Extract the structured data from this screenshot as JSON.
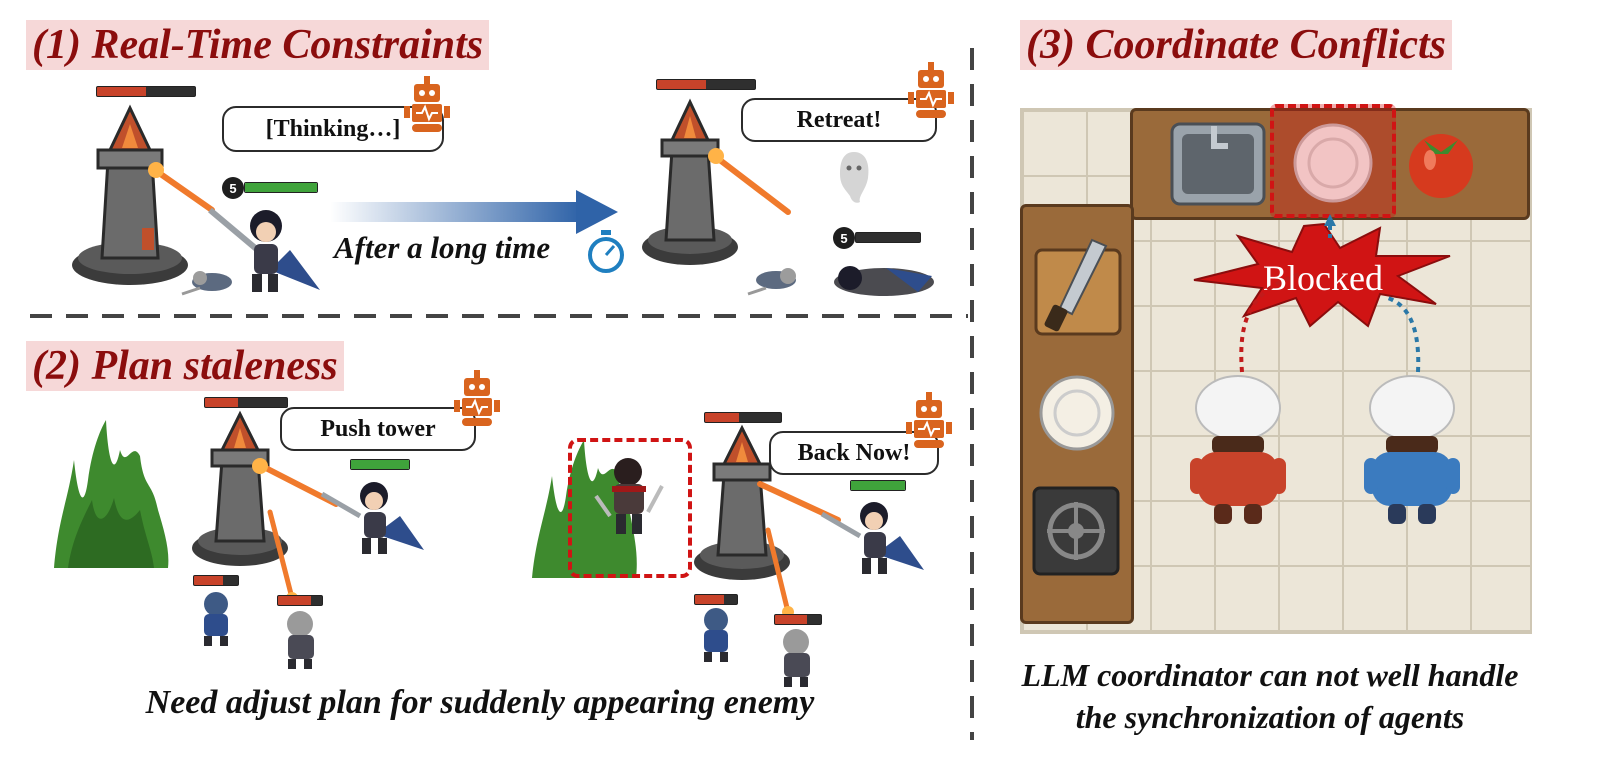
{
  "sections": {
    "realtime": {
      "title": "(1) Real-Time Constraints"
    },
    "staleness": {
      "title": "(2) Plan staleness"
    },
    "conflicts": {
      "title": "(3) Coordinate Conflicts"
    }
  },
  "realtime": {
    "bubble_before": "[Thinking…]",
    "bubble_after": "Retreat!",
    "arrow_label": "After a long time",
    "hero_level_before": "5",
    "hero_level_after": "5"
  },
  "staleness": {
    "bubble_before": "Push tower",
    "bubble_after": "Back Now!",
    "caption": "Need adjust plan for suddenly appearing enemy"
  },
  "conflicts": {
    "blocked_label": "Blocked",
    "caption_line1": "LLM coordinator can not well handle",
    "caption_line2": "the synchronization of agents"
  },
  "colors": {
    "title_text": "#8b0d0d",
    "title_bg": "#f6d8d8",
    "blocked_red": "#d01414",
    "dashed_highlight": "#d01414",
    "health_green": "#3fa33b",
    "health_red": "#c8432a",
    "robot_orange": "#d9641e"
  },
  "icons": {
    "robot": "robot-icon",
    "stopwatch": "stopwatch-icon",
    "ghost": "ghost-icon"
  }
}
